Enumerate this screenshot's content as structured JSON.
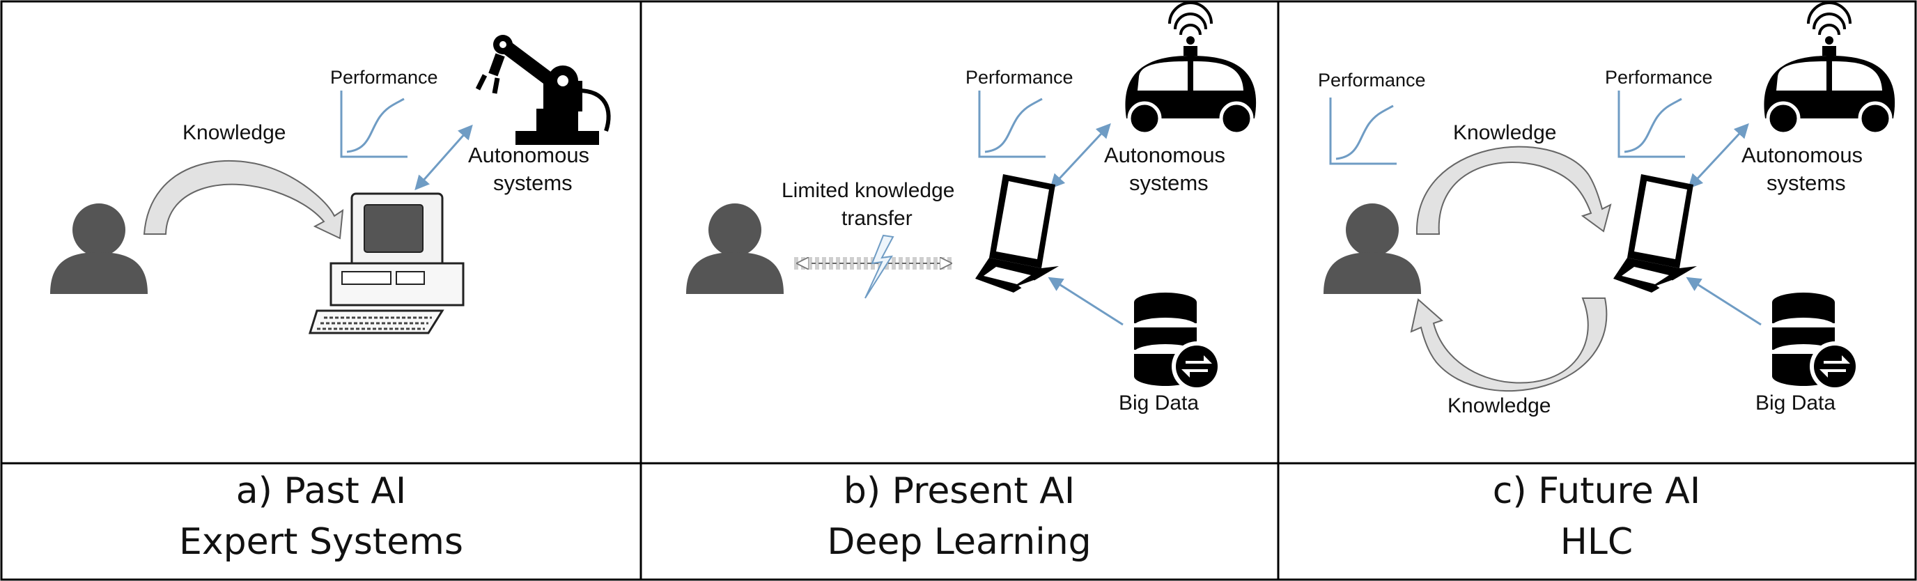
{
  "panels": [
    {
      "caption_line1": "a) Past AI",
      "caption_line2": "Expert Systems",
      "performance": "Performance",
      "knowledge": "Knowledge",
      "autonomous_line1": "Autonomous",
      "autonomous_line2": "systems"
    },
    {
      "caption_line1": "b) Present AI",
      "caption_line2": "Deep Learning",
      "performance": "Performance",
      "transfer_line1": "Limited knowledge",
      "transfer_line2": "transfer",
      "autonomous_line1": "Autonomous",
      "autonomous_line2": "systems",
      "big_data": "Big Data"
    },
    {
      "caption_line1": "c) Future AI",
      "caption_line2": "HLC",
      "performance_left": "Performance",
      "performance_right": "Performance",
      "knowledge_top": "Knowledge",
      "knowledge_bottom": "Knowledge",
      "autonomous_line1": "Autonomous",
      "autonomous_line2": "systems",
      "big_data": "Big Data"
    }
  ],
  "colors": {
    "border": "#000000",
    "person": "#555555",
    "arrow_blue": "#6f9cc4",
    "curve_fill": "#e2e2e2",
    "curve_stroke": "#666666",
    "icon": "#000000"
  }
}
